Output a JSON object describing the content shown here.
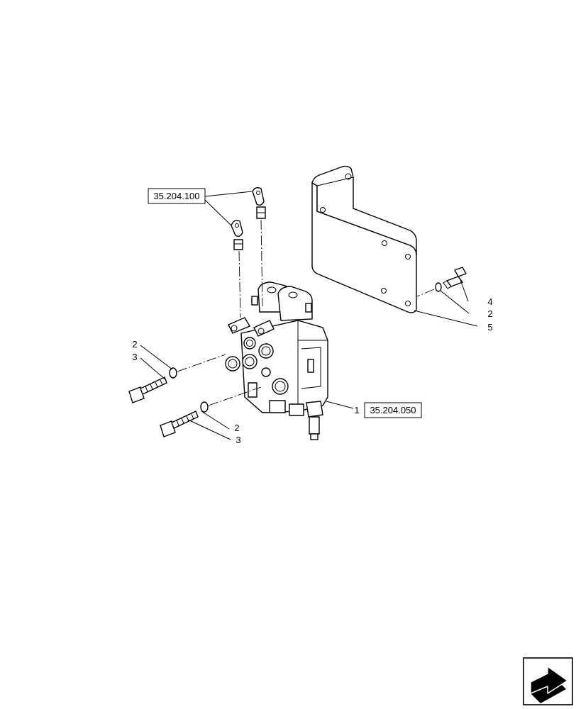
{
  "diagram": {
    "refs": {
      "top_ref": "35.204.100",
      "valve_ref": "35.204.050"
    },
    "callouts": {
      "valve_item": "1",
      "washer_upper_left": "2",
      "bolt_upper_left": "3",
      "washer_lower_left": "2",
      "bolt_lower_left": "3",
      "bolt_right": "4",
      "washer_right": "2",
      "bracket": "5"
    }
  },
  "nav_icon": "next-page-arrow-icon"
}
